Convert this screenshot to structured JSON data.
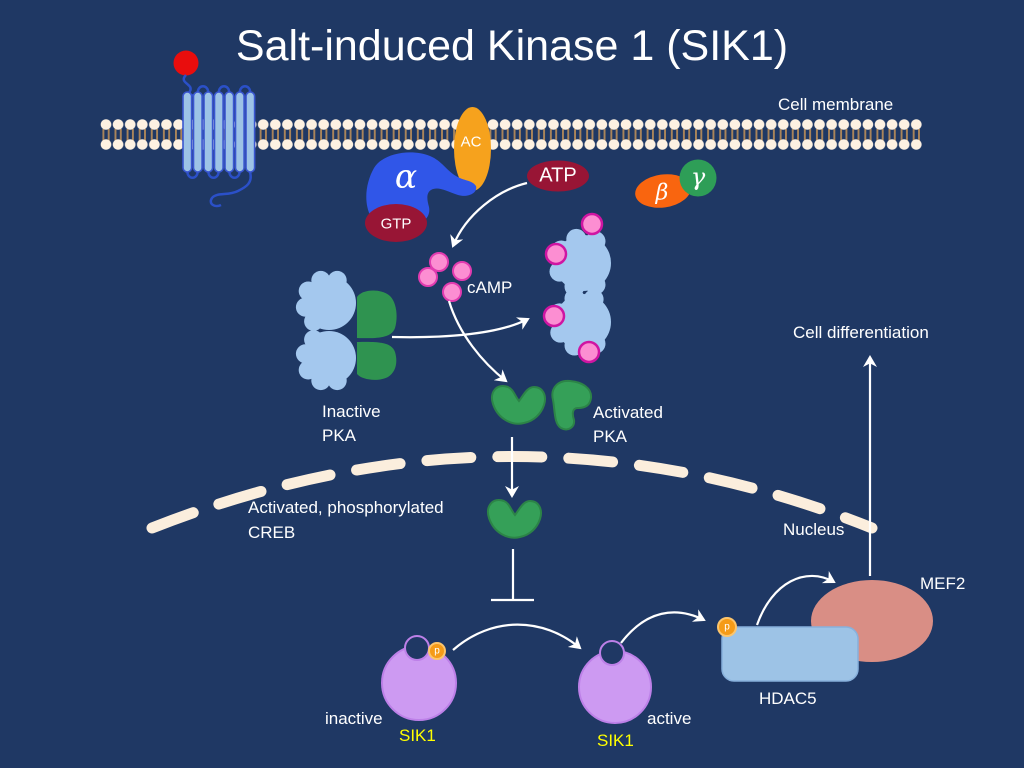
{
  "title": "Salt-induced Kinase 1 (SIK1)",
  "membrane": {
    "label": "Cell membrane"
  },
  "g_protein": {
    "alpha": "α",
    "beta": "β",
    "gamma": "γ",
    "gtp": "GTP"
  },
  "enzymes": {
    "ac": "AC"
  },
  "molecules": {
    "atp": "ATP",
    "camp": "cAMP"
  },
  "phosphate_label": "p",
  "pka": {
    "inactive_line1": "Inactive",
    "inactive_line2": "PKA",
    "activated_line1": "Activated",
    "activated_line2": "PKA"
  },
  "nucleus": {
    "label": "Nucleus",
    "creb_line1": "Activated, phosphorylated",
    "creb_line2": "CREB"
  },
  "sik1": {
    "name": "SIK1",
    "inactive_state": "inactive",
    "active_state": "active"
  },
  "downstream": {
    "hdac5": "HDAC5",
    "mef2": "MEF2",
    "outcome": "Cell differentiation"
  },
  "colors": {
    "background": "#1f3864",
    "membrane_cream": "#fdf1e2",
    "receptor_blue": "#9dc3e6",
    "receptor_loop_blue": "#2b50c8",
    "ligand_red": "#e90d0d",
    "g_alpha_blue": "#3056e8",
    "gtp_atp_maroon": "#981535",
    "ac_orange": "#f6a21d",
    "beta_orange": "#f9650f",
    "gamma_green": "#2e9e57",
    "camp_pink": "#fc8ed2",
    "camp_pink_border": "#cf15a2",
    "pka_regulatory_blue": "#a4c8ee",
    "pka_catalytic_green": "#2f9350",
    "sik1_purple": "#cd9af2",
    "phosphate_orange": "#f59b17",
    "hdac5_blue": "#9dc3e6",
    "mef2_salmon": "#d98e85",
    "sik1_label_yellow": "#ffff00",
    "arrow_white": "#ffffff"
  }
}
